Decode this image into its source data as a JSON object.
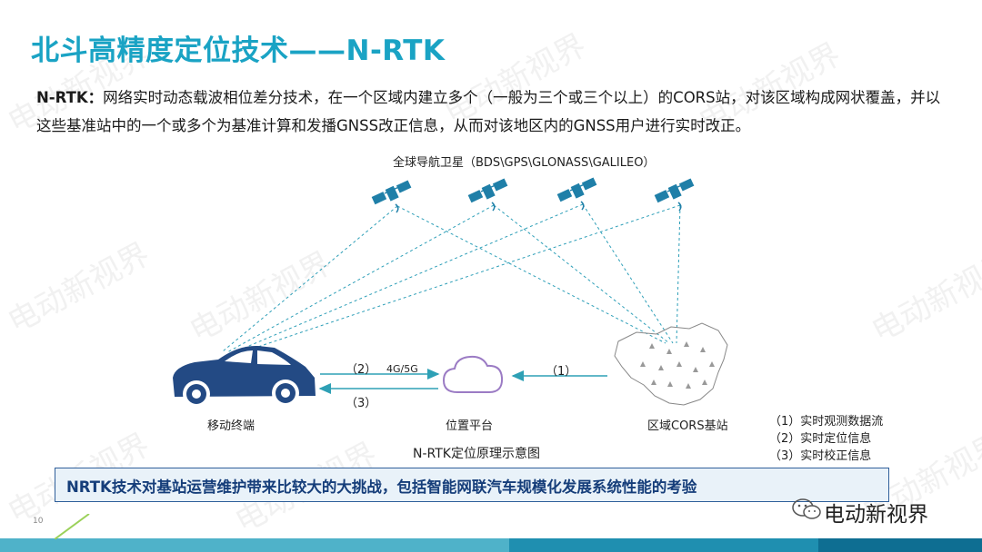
{
  "title": "北斗高精度定位技术——N-RTK",
  "description": {
    "term": "N-RTK：",
    "text": "网络实时动态载波相位差分技术，在一个区域内建立多个（一般为三个或三个以上）的CORS站，对该区域构成网状覆盖，并以这些基准站中的一个或多个为基准计算和发播GNSS改正信息，从而对该地区内的GNSS用户进行实时改正。"
  },
  "diagram": {
    "satellites_label": "全球导航卫星（BDS\\GPS\\GLONASS\\GALILEO）",
    "nodes": {
      "vehicle": "移动终端",
      "platform": "位置平台",
      "cors": "区域CORS基站"
    },
    "arrows": {
      "a2": "（2）",
      "network": "4G/5G",
      "a3": "（3）",
      "a1": "（1）"
    },
    "caption": "N-RTK定位原理示意图",
    "legend": [
      "（1）实时观测数据流",
      "（2）实时定位信息",
      "（3）实时校正信息"
    ]
  },
  "highlight": "NRTK技术对基站运营维护带来比较大的大挑战，包括智能网联汽车规模化发展系统性能的考验",
  "page_number": "10",
  "watermark": "电动新视界",
  "logo": "电动新视界",
  "colors": {
    "title": "#1aa3c4",
    "satellite": "#1f7fa8",
    "car": "#234a84",
    "cloud": "#9b7bc4",
    "arrow": "#2ea0b5",
    "bar_border": "#2f5f9a",
    "bar_text": "#163e7a"
  }
}
